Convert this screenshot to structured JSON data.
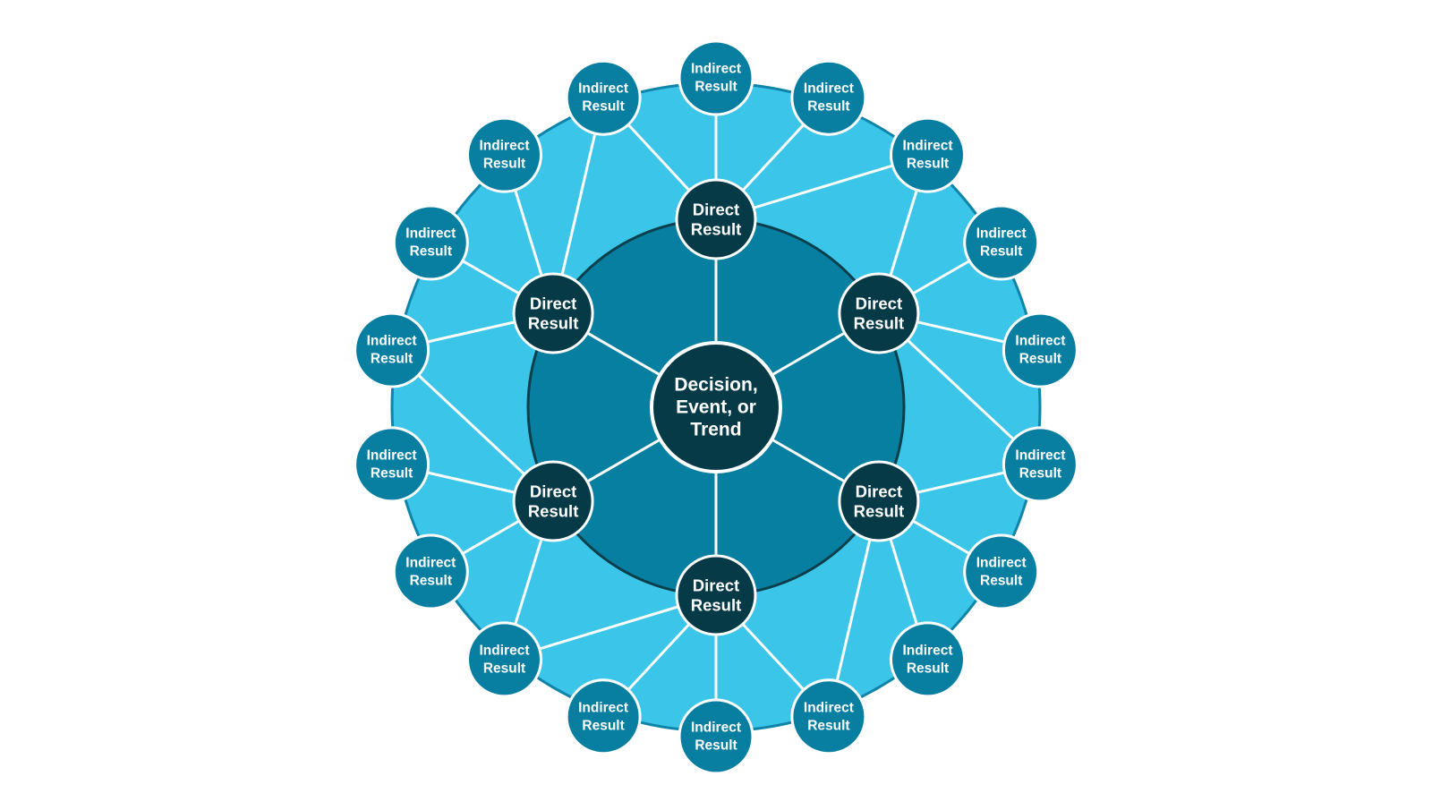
{
  "colors": {
    "outer_ring": "#3bc5e9",
    "outer_ring_stroke": "#0e84a8",
    "inner_disc": "#077fa1",
    "inner_disc_stroke": "#0b3f4c",
    "indirect_node": "#087fa1",
    "direct_node": "#063a47",
    "center_node": "#063a47",
    "node_stroke": "#ffffff",
    "connector": "#ffffff"
  },
  "center": {
    "label_lines": [
      "Decision,",
      "Event, or",
      "Trend"
    ]
  },
  "direct_results": [
    {
      "label_lines": [
        "Direct",
        "Result"
      ]
    },
    {
      "label_lines": [
        "Direct",
        "Result"
      ]
    },
    {
      "label_lines": [
        "Direct",
        "Result"
      ]
    },
    {
      "label_lines": [
        "Direct",
        "Result"
      ]
    },
    {
      "label_lines": [
        "Direct",
        "Result"
      ]
    },
    {
      "label_lines": [
        "Direct",
        "Result"
      ]
    }
  ],
  "indirect_results": [
    {
      "label_lines": [
        "Indirect",
        "Result"
      ],
      "parents": [
        0
      ]
    },
    {
      "label_lines": [
        "Indirect",
        "Result"
      ],
      "parents": [
        0
      ]
    },
    {
      "label_lines": [
        "Indirect",
        "Result"
      ],
      "parents": [
        0,
        1
      ]
    },
    {
      "label_lines": [
        "Indirect",
        "Result"
      ],
      "parents": [
        1
      ]
    },
    {
      "label_lines": [
        "Indirect",
        "Result"
      ],
      "parents": [
        1
      ]
    },
    {
      "label_lines": [
        "Indirect",
        "Result"
      ],
      "parents": [
        1,
        2
      ]
    },
    {
      "label_lines": [
        "Indirect",
        "Result"
      ],
      "parents": [
        2
      ]
    },
    {
      "label_lines": [
        "Indirect",
        "Result"
      ],
      "parents": [
        2
      ]
    },
    {
      "label_lines": [
        "Indirect",
        "Result"
      ],
      "parents": [
        2,
        3
      ]
    },
    {
      "label_lines": [
        "Indirect",
        "Result"
      ],
      "parents": [
        3
      ]
    },
    {
      "label_lines": [
        "Indirect",
        "Result"
      ],
      "parents": [
        3
      ]
    },
    {
      "label_lines": [
        "Indirect",
        "Result"
      ],
      "parents": [
        3,
        4
      ]
    },
    {
      "label_lines": [
        "Indirect",
        "Result"
      ],
      "parents": [
        4
      ]
    },
    {
      "label_lines": [
        "Indirect",
        "Result"
      ],
      "parents": [
        4
      ]
    },
    {
      "label_lines": [
        "Indirect",
        "Result"
      ],
      "parents": [
        4,
        5
      ]
    },
    {
      "label_lines": [
        "Indirect",
        "Result"
      ],
      "parents": [
        5
      ]
    },
    {
      "label_lines": [
        "Indirect",
        "Result"
      ],
      "parents": [
        5
      ]
    },
    {
      "label_lines": [
        "Indirect",
        "Result"
      ],
      "parents": [
        5,
        0
      ]
    }
  ]
}
